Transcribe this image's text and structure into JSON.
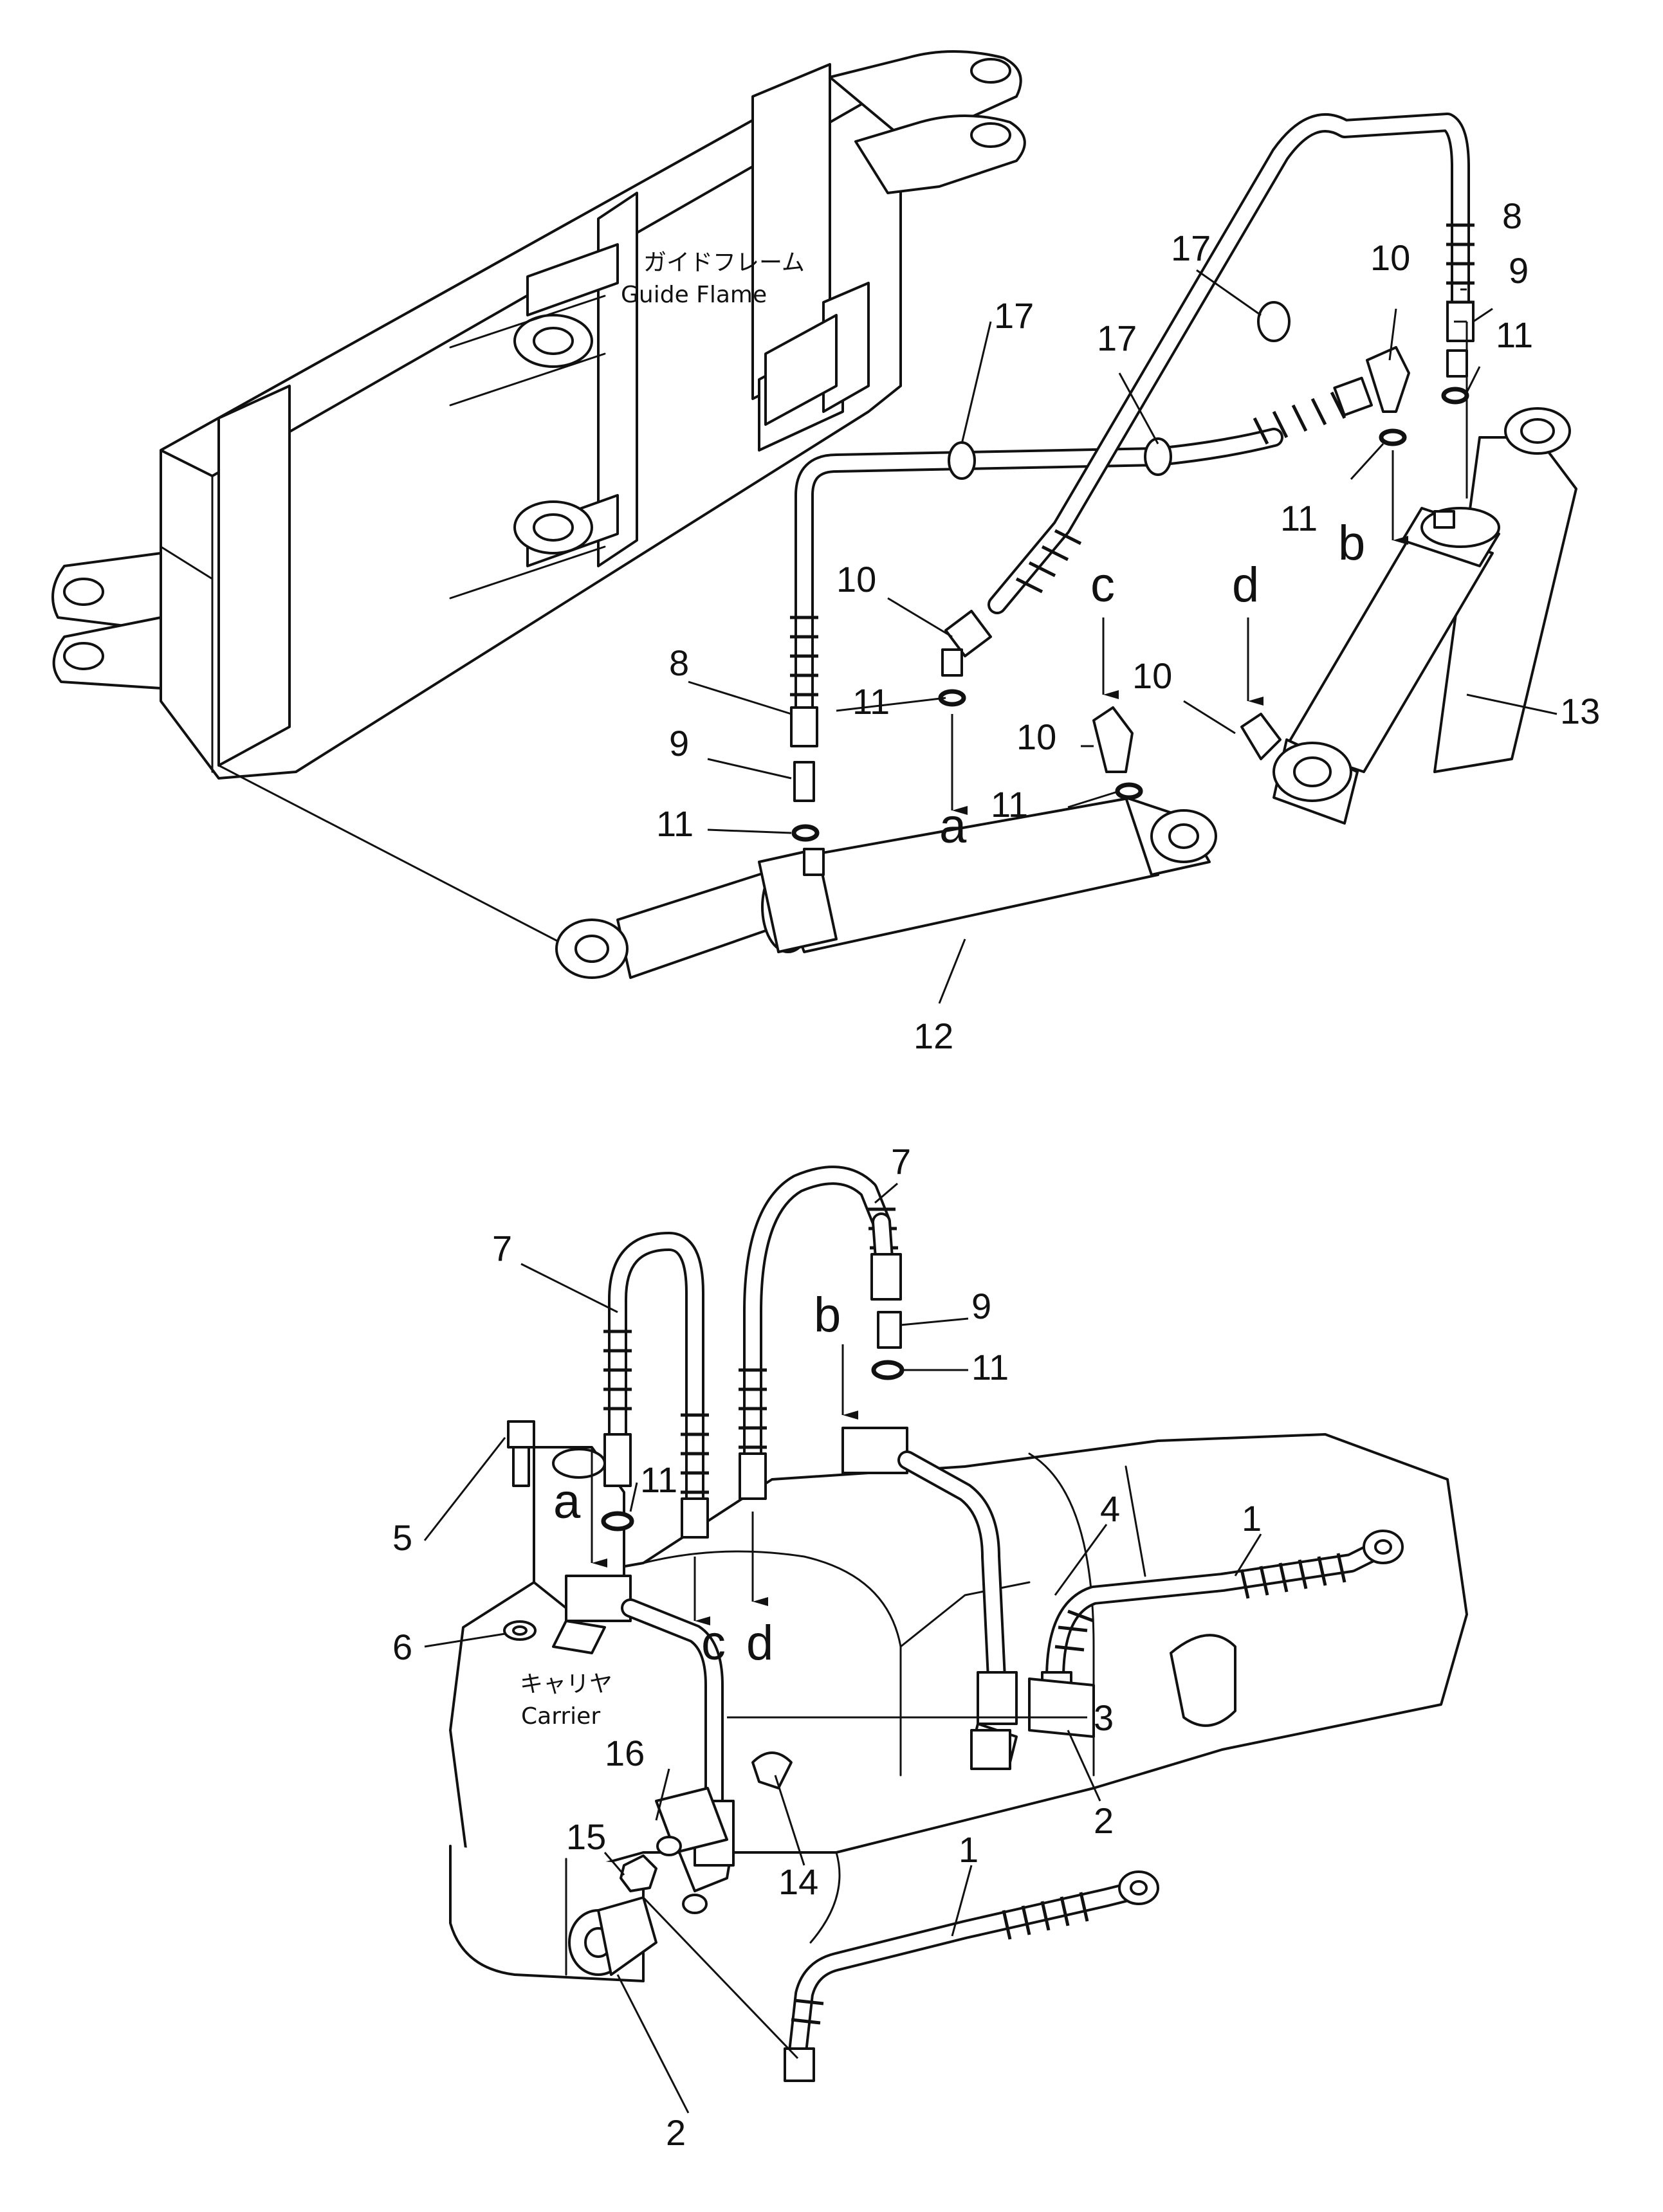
{
  "captions": {
    "guide_frame_jp": "ガイドフレーム",
    "guide_frame_en": "Guide Flame",
    "carrier_jp": "キャリヤ",
    "carrier_en": "Carrier"
  },
  "callouts": {
    "top_17_a": "17",
    "top_17_b": "17",
    "top_17_c": "17",
    "top_10_a": "10",
    "top_10_b": "10",
    "top_10_c": "10",
    "top_10_d": "10",
    "top_8_a": "8",
    "top_8_b": "8",
    "top_9_a": "9",
    "top_9_b": "9",
    "top_11_a": "11",
    "top_11_b": "11",
    "top_11_c": "11",
    "top_11_d": "11",
    "top_11_e": "11",
    "top_12": "12",
    "top_13": "13",
    "bot_7_a": "7",
    "bot_7_b": "7",
    "bot_9": "9",
    "bot_11_a": "11",
    "bot_11_b": "11",
    "bot_5": "5",
    "bot_6": "6",
    "bot_4": "4",
    "bot_3": "3",
    "bot_1_a": "1",
    "bot_1_b": "1",
    "bot_2_a": "2",
    "bot_2_b": "2",
    "bot_14": "14",
    "bot_15": "15",
    "bot_16": "16"
  },
  "letters": {
    "top_a": "a",
    "top_b": "b",
    "top_c": "c",
    "top_d": "d",
    "bot_a": "a",
    "bot_b": "b",
    "bot_c": "c",
    "bot_d": "d"
  }
}
